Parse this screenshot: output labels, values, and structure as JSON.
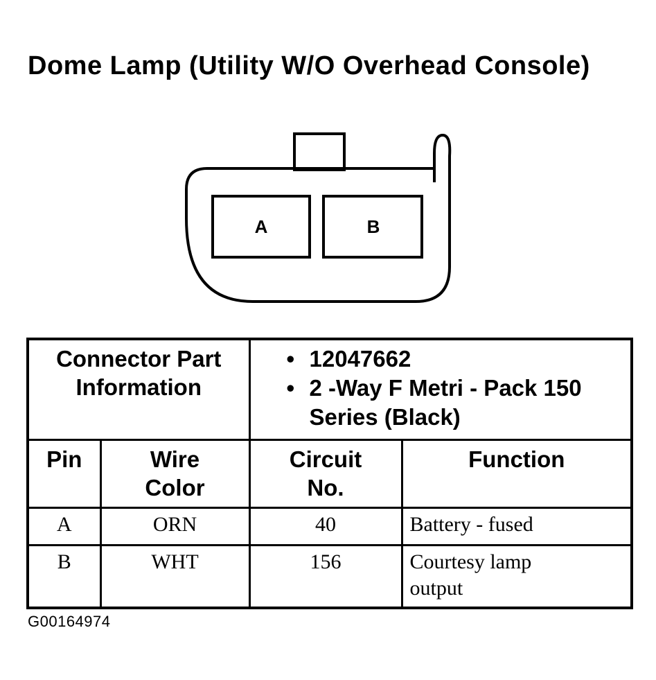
{
  "title": "Dome Lamp (Utility W/O Overhead Console)",
  "connector": {
    "cavities": [
      "A",
      "B"
    ]
  },
  "part_info": {
    "label": "Connector Part Information",
    "bullets": [
      "12047662",
      "2 -Way F Metri - Pack 150 Series (Black)"
    ]
  },
  "table": {
    "headers": {
      "pin": "Pin",
      "wire_color": "Wire Color",
      "circuit_no": "Circuit No.",
      "function": "Function"
    },
    "rows": [
      {
        "pin": "A",
        "wire_color": "ORN",
        "circuit_no": "40",
        "function": "Battery - fused"
      },
      {
        "pin": "B",
        "wire_color": "WHT",
        "circuit_no": "156",
        "function": "Courtesy lamp output"
      }
    ]
  },
  "figure_id": "G00164974"
}
